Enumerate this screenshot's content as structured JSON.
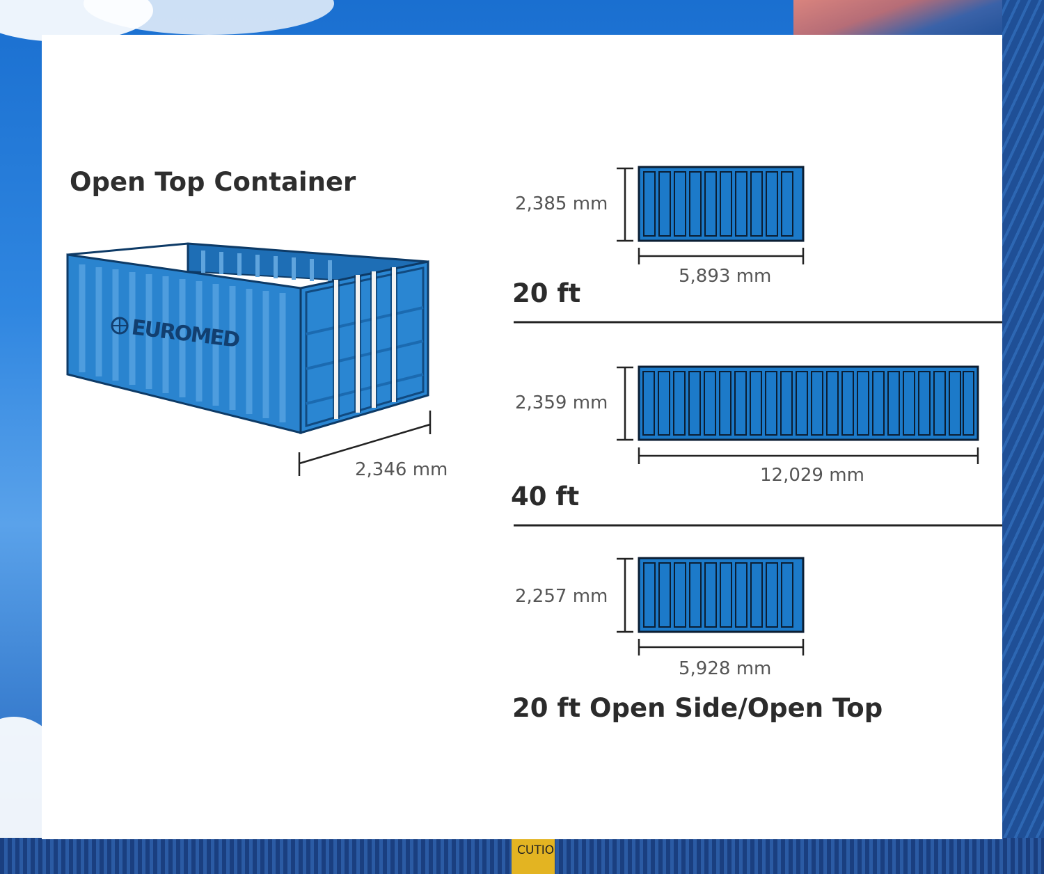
{
  "title": "Open Top Container",
  "iso_container": {
    "logo_text": "EUROMED",
    "width_label": "2,346 mm",
    "color": "#2a7cc4"
  },
  "sections": [
    {
      "label": "20 ft",
      "height_label": "2,385 mm",
      "length_label": "5,893 mm"
    },
    {
      "label": "40 ft",
      "height_label": "2,359 mm",
      "length_label": "12,029 mm"
    },
    {
      "label": "20 ft Open Side/Open Top",
      "height_label": "2,257 mm",
      "length_label": "5,928 mm"
    }
  ],
  "background": {
    "caution_sign": "CUTION"
  },
  "colors": {
    "container_fill": "#1c7ac9",
    "container_stroke": "#0b1e33",
    "text_dark": "#2b2b2b",
    "text_dim": "#555555"
  }
}
